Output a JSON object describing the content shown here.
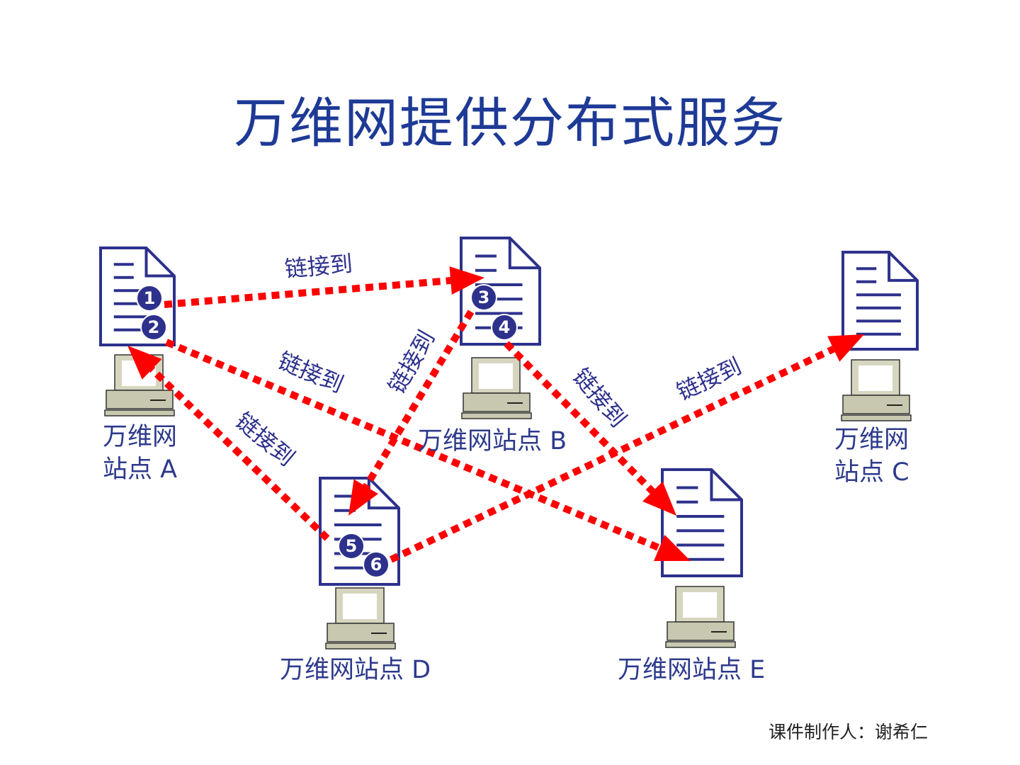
{
  "title": "万维网提供分布式服务",
  "link_label": "链接到",
  "sites": {
    "A": "万维网\n站点 A",
    "B": "万维网站点 B",
    "C": "万维网\n站点 C",
    "D": "万维网站点 D",
    "E": "万维网站点 E"
  },
  "badges": [
    "1",
    "2",
    "3",
    "4",
    "5",
    "6"
  ],
  "credit": "课件制作人：谢希仁",
  "colors": {
    "doc": "#2d318c",
    "arrow": "#ff0000",
    "title": "#1e3a96",
    "computer": "#c8c8b0"
  }
}
